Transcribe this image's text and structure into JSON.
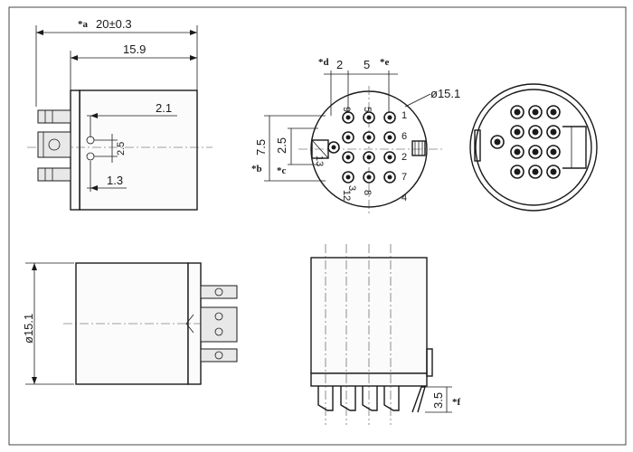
{
  "labels": {
    "note_a": "*a",
    "dim_total_length": "20±0.3",
    "dim_body_length": "15.9",
    "dim_pin_offset_x": "2.1",
    "dim_pin_pitch_side": "2.5",
    "dim_pin_offset_small": "1.3",
    "note_d": "*d",
    "dim_top_2": "2",
    "dim_top_5": "5",
    "note_e": "*e",
    "dim_diameter_top": "ø15.1",
    "dim_left_7_5": "7.5",
    "dim_left_2_5": "2.5",
    "note_b": "*b",
    "note_c": "*c",
    "dim_diameter_side": "ø15.1",
    "dim_pin_length": "3.5",
    "note_f": "*f"
  },
  "pins": [
    "9",
    "5",
    "1",
    "6",
    "2",
    "13",
    "7",
    "3",
    "12",
    "8",
    "4"
  ]
}
